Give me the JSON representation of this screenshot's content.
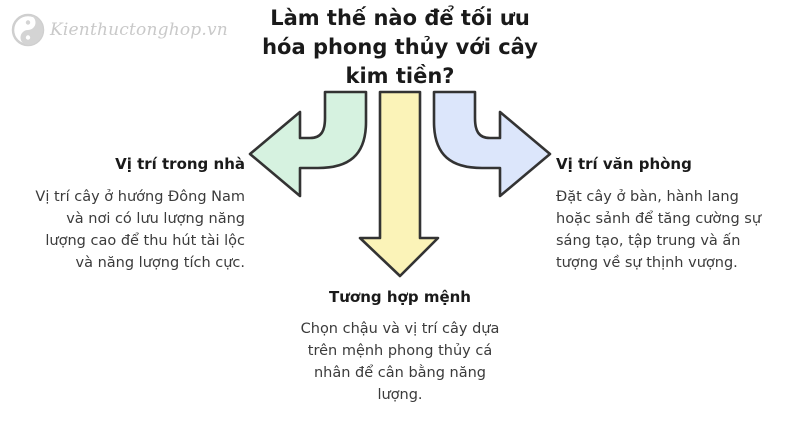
{
  "watermark": {
    "text": "Kienthuctonghop.vn"
  },
  "title": "Làm thế nào để tối ưu hóa phong thủy với cây kim tiền?",
  "branches": {
    "left": {
      "heading": "Vị trí trong nhà",
      "description": "Vị trí cây ở hướng Đông Nam và nơi có lưu lượng năng lượng cao để thu hút tài lộc và năng lượng tích cực.",
      "arrow_color": "#d6f2e0"
    },
    "center": {
      "heading": "Tương hợp mệnh",
      "description": "Chọn chậu và vị trí cây dựa trên mệnh phong thủy cá nhân để cân bằng năng lượng.",
      "arrow_color": "#fbf3b8"
    },
    "right": {
      "heading": "Vị trí văn phòng",
      "description": "Đặt cây ở bàn, hành lang hoặc sảnh để tăng cường sự sáng tạo, tập trung và ấn tượng về sự thịnh vượng.",
      "arrow_color": "#dce6fb"
    }
  }
}
